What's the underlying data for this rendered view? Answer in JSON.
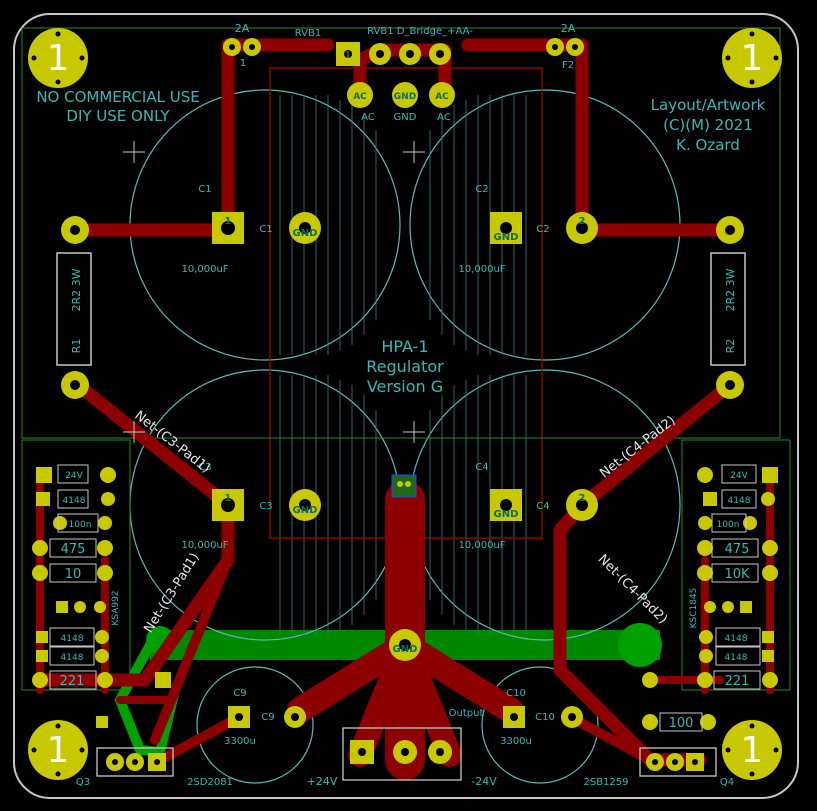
{
  "notice": {
    "line1": "NO COMMERCIAL USE",
    "line2": "DIY USE ONLY"
  },
  "credits": {
    "line1": "Layout/Artwork",
    "line2": "(C)(M) 2021",
    "line3": "K. Ozard"
  },
  "title": {
    "line1": "HPA-1",
    "line2": "Regulator",
    "line3": "Version G"
  },
  "mount_hole_label": "1",
  "fuses": [
    {
      "rating": "2A",
      "ref": "1"
    },
    {
      "rating": "2A",
      "ref": "F2"
    }
  ],
  "bridge": {
    "ref": "RVB1",
    "full": "RVB1 D_Bridge_+AA-",
    "pad1": "1",
    "pad_labels": [
      "AC",
      "GND",
      "AC"
    ]
  },
  "caps_big": [
    {
      "ref": "C1",
      "value": "10,000uF",
      "pad1": "1",
      "pad2": "GND",
      "side_ref": "C1"
    },
    {
      "ref": "C2",
      "value": "10,000uF",
      "pad1": "GND",
      "pad2": "2",
      "side_ref": "C2"
    },
    {
      "ref": "C3",
      "value": "10,000uF",
      "pad1": "1",
      "pad2": "GND",
      "side_ref": "C3"
    },
    {
      "ref": "C4",
      "value": "10,000uF",
      "pad1": "GND",
      "pad2": "2",
      "side_ref": "C4"
    }
  ],
  "resistors": [
    {
      "ref": "R1",
      "value": "2R2 3W"
    },
    {
      "ref": "R2",
      "value": "2R2 3W"
    }
  ],
  "nets": [
    "Net-(C3-Pad1)",
    "Net-(C3-Pad1)",
    "Net-(C4-Pad2)",
    "Net-(C4-Pad2)"
  ],
  "center_gnd": "GND",
  "left_small": {
    "zener": "24V",
    "diode": "4148",
    "cap": "100n",
    "r1": "475",
    "r2": "10",
    "transistor": "KSA992",
    "d2": "4148",
    "d3": "4148",
    "r3": "221"
  },
  "right_small": {
    "zener": "24V",
    "diode": "4148",
    "cap": "100n",
    "r1": "475",
    "r2": "10K",
    "transistor": "KSC1845",
    "d2": "4148",
    "d3": "4148",
    "r3": "221",
    "r4": "100"
  },
  "small_caps": [
    {
      "ref": "C9",
      "value": "3300u",
      "side_ref": "C9"
    },
    {
      "ref": "C10",
      "value": "3300u",
      "side_ref": "C10"
    }
  ],
  "output": {
    "label": "Output",
    "minus": "-24V",
    "plus": "+24V"
  },
  "q3": {
    "ref": "Q3",
    "part": "2SD2081"
  },
  "q4": {
    "ref": "Q4",
    "part": "2SB1259"
  },
  "colors": {
    "copper": "#8c0000",
    "bottom_copper": "#00a000",
    "silk": "#38b8b8",
    "pad": "#c8c800",
    "edge": "#c8c8c8"
  }
}
